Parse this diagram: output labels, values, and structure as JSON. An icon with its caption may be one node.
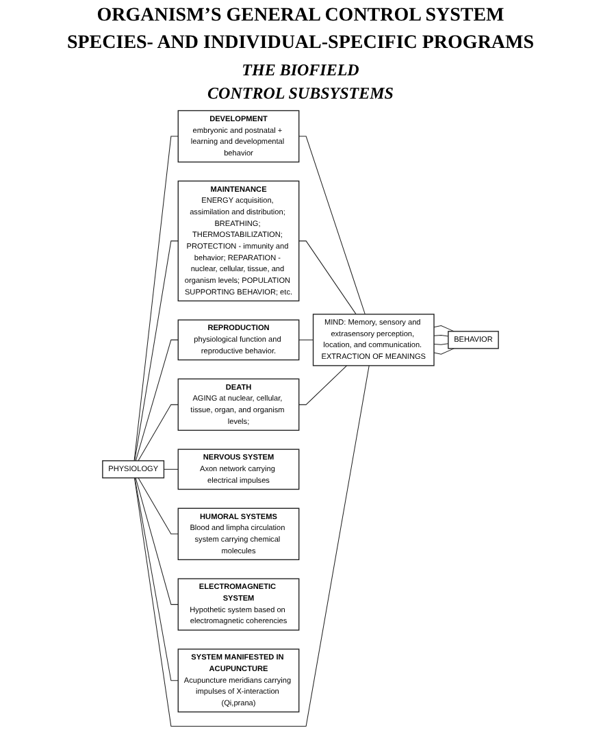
{
  "diagram": {
    "title": "ORGANISM’S GENERAL CONTROL SYSTEM",
    "nodes": [
      {
        "text": [
          "PHYSIOLOGY"
        ]
      },
      {
        "text": [
          "DEVELOPMENT",
          "embryonic and postnatal + learning and developmental behavior"
        ]
      },
      {
        "text": [
          "MAINTENANCE",
          "ENERGY acquisition, assimilation and distribution; BREATHING; THERMOSTABILIZATION; PROTECTION - immunity and behavior; REPARATION - nuclear, cellular, tissue, and organism levels; POPULATION SUPPORTING BEHAVIOR; etc."
        ]
      },
      {
        "text": [
          "REPRODUCTION",
          "physiological function and reproductive behavior."
        ]
      },
      {
        "text": [
          "DEATH",
          "AGING at nuclear, cellular, tissue, organ, and organism levels;"
        ]
      },
      {
        "text": [
          "MIND: Memory, sensory and extrasensory perception, location, and communication. EXTRACTION OF MEANINGS"
        ]
      },
      {
        "text": [
          "BEHAVIOR"
        ]
      },
      {
        "text": [
          "NERVOUS SYSTEM",
          "Axon network carrying electrical impulses"
        ]
      },
      {
        "text": [
          "HUMORAL SYSTEMS",
          "Blood and limpha circulation system carrying chemical molecules"
        ]
      },
      {
        "text": [
          "ELECTROMAGNETIC SYSTEM",
          "Hypothetic system based on electromagnetic coherencies"
        ]
      },
      {
        "text": [
          "SYSTEM MANIFESTED IN ACUPUNCTURE",
          "Acupuncture meridians carrying impulses of X-interaction (Qi,prana)"
        ]
      }
    ],
    "edges": [
      {
        "from": 0,
        "to": 1,
        "arrow": "none"
      },
      {
        "from": 0,
        "to": 2,
        "arrow": "none"
      },
      {
        "from": 0,
        "to": 3,
        "arrow": "none"
      },
      {
        "from": 0,
        "to": 4,
        "arrow": "none"
      },
      {
        "from": 1,
        "to": 5,
        "arrow": "none"
      },
      {
        "from": 2,
        "to": 5,
        "arrow": "none"
      },
      {
        "from": 3,
        "to": 5,
        "arrow": "none"
      },
      {
        "from": 4,
        "to": 5,
        "arrow": "none"
      },
      {
        "from": 5,
        "to": 6,
        "arrow": "none"
      },
      {
        "from": 5,
        "to": 6,
        "arrow": "none"
      },
      {
        "from": 5,
        "to": 6,
        "arrow": "none"
      },
      {
        "from": 5,
        "to": 6,
        "arrow": "none"
      },
      {
        "from": 0,
        "to": 5,
        "arrow": "none"
      },
      {
        "from": 0,
        "to": 7,
        "arrow": "none"
      },
      {
        "from": 0,
        "to": 8,
        "arrow": "none"
      },
      {
        "from": 0,
        "to": 9,
        "arrow": "none"
      },
      {
        "from": 0,
        "to": 10,
        "arrow": "none"
      }
    ],
    "labels": [
      "SPECIES- AND INDIVIDUAL-SPECIFIC PROGRAMS",
      "THE BIOFIELD",
      "CONTROL SUBSYSTEMS"
    ]
  }
}
